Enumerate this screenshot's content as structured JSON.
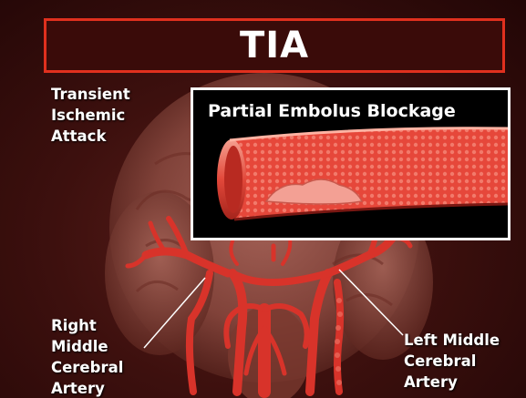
{
  "slide": {
    "title": "TIA",
    "acronym_lines": [
      "Transient",
      "Ischemic",
      "Attack"
    ],
    "inset_title": "Partial Embolus Blockage",
    "right_label_lines": [
      "Right",
      "Middle",
      "Cerebral",
      "Artery"
    ],
    "left_label_lines": [
      "Left Middle",
      "Cerebral",
      "Artery"
    ]
  },
  "colors": {
    "title_border": "#e0301e",
    "background": "#3d100e",
    "artery": "#d8332a",
    "inset_border": "#ffffff"
  }
}
